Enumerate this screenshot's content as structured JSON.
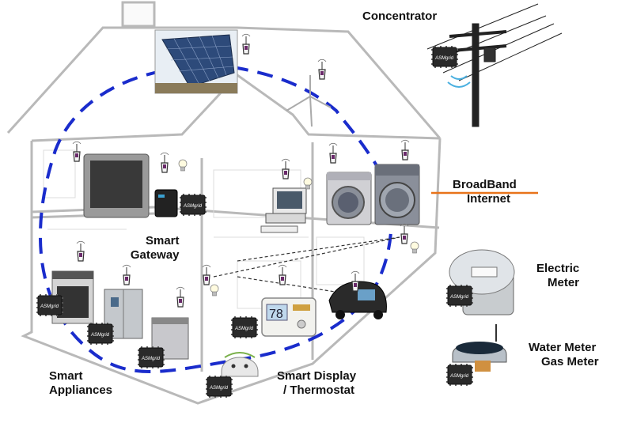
{
  "labels": {
    "concentrator": "Concentrator",
    "broadband_line1": "BroadBand",
    "broadband_line2": "Internet",
    "smart_gateway_line1": "Smart",
    "smart_gateway_line2": "Gateway",
    "electric_meter_line1": "Electric",
    "electric_meter_line2": "Meter",
    "water_meter": "Water Meter",
    "gas_meter": "Gas Meter",
    "smart_appliances_line1": "Smart",
    "smart_appliances_line2": "Appliances",
    "smart_display_line1": "Smart Display",
    "smart_display_line2": "/ Thermostat"
  },
  "chip_brand": "ASMgrid",
  "thermostat_reading": "78",
  "colors": {
    "mesh_dash": "#1a2ccc",
    "broadband_line": "#e8731a",
    "house_outline": "#b9b9b9",
    "chip_body": "#2a2a2a",
    "antenna": "#6a2a6a"
  },
  "icons": [
    "solar-panel-icon",
    "wind-turbine-icon",
    "television-icon",
    "washing-machine-icon",
    "clothes-dryer-icon",
    "computer-icon",
    "stove-icon",
    "refrigerator-icon",
    "dishwasher-icon",
    "electric-car-icon",
    "thermostat-icon",
    "utility-pole-icon",
    "electric-meter-icon",
    "water-meter-icon",
    "gateway-device-icon",
    "smart-plug-icon",
    "antenna-icon",
    "lightbulb-icon",
    "asmgrid-chip-icon"
  ]
}
